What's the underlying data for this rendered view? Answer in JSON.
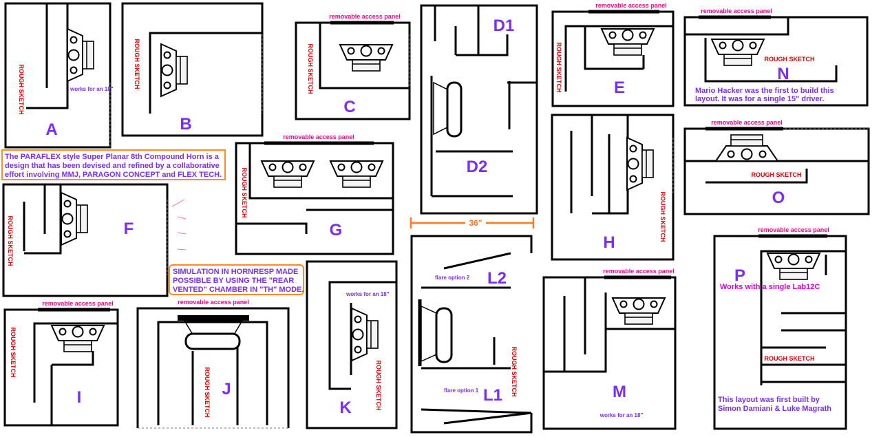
{
  "labels": {
    "a": "A",
    "b": "B",
    "c": "C",
    "d1": "D1",
    "d2": "D2",
    "e": "E",
    "n": "N",
    "f": "F",
    "g": "G",
    "h": "H",
    "o": "O",
    "i": "I",
    "j": "J",
    "k": "K",
    "l1": "L1",
    "l2": "L2",
    "m": "M",
    "p": "P"
  },
  "annotations": {
    "rough_sketch": "ROUGH SKETCH",
    "removable_panel": "removable access panel",
    "works_18": "works for an 18\"",
    "flare_option_1": "flare option 1",
    "flare_option_2": "flare option 2",
    "width_36": "36\"",
    "p_works_lab12c": "Works with a single Lab12C"
  },
  "intro_note": {
    "line1": "The PARAFLEX style Super Planar 8th Compound Horn is a",
    "line2": "design that has been devised and refined by a collaborative",
    "line3": "effort involving MMJ, PARAGON CONCEPT and FLEX TECH."
  },
  "sim_note": {
    "line1": "SIMULATION IN HORNRESP MADE",
    "line2": "POSSIBLE BY USING THE \"REAR",
    "line3": "VENTED\" CHAMBER IN \"TH\" MODE."
  },
  "n_note": {
    "line1": "Mario Hacker was the first to build this",
    "line2": "layout. It was for a single 15\" driver."
  },
  "p_note": {
    "line1": "This layout was first built by",
    "line2": "Simon Damiani & Luke Magrath"
  },
  "colors": {
    "letters": "#7b2cff",
    "rough_sketch": "#e00000",
    "panel_label": "#ff0088",
    "note_border": "#ff8a2a",
    "dimension": "#ff7a1a"
  }
}
